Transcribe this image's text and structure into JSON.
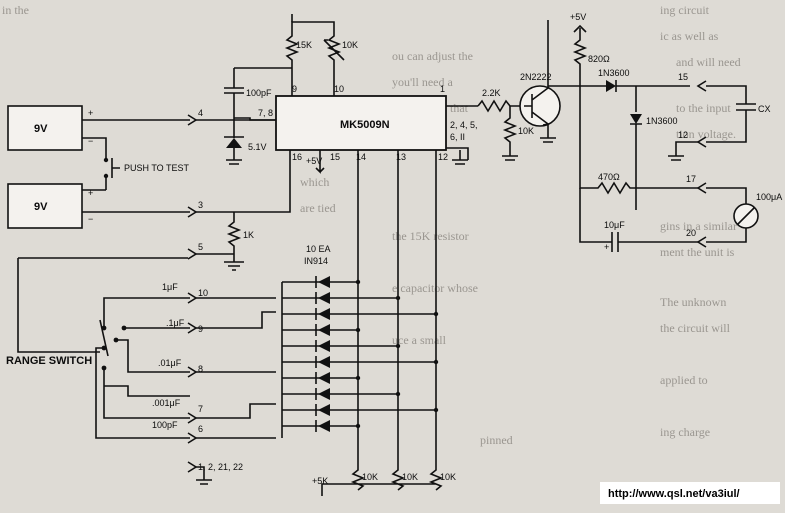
{
  "components": {
    "battery_top": "9V",
    "battery_bottom": "9V",
    "push_to_test": "PUSH TO TEST",
    "range_switch": "RANGE SWITCH",
    "ic": "MK5009N",
    "zener": "5.1V",
    "cap_100pf_top": "100pF",
    "r_15k": "15K",
    "r_10k_pot": "10K",
    "r_1k": "1K",
    "r_2_2k": "2.2K",
    "r_10k_base": "10K",
    "transistor": "2N2222",
    "supply_top": "+5V",
    "r_820": "820Ω",
    "diode_1": "1N3600",
    "diode_2": "1N3600",
    "cap_cx": "CX",
    "r_470": "470Ω",
    "cap_10uf": "10μF",
    "meter": "100μA",
    "diode_array_qty": "10 EA",
    "diode_array_type": "IN914",
    "supply_ic": "+5V",
    "supply_bottom": "+5K",
    "r_bottom_1": "10K",
    "r_bottom_2": "10K",
    "r_bottom_3": "10K"
  },
  "pins": {
    "p9": "9",
    "p10": "10",
    "p7_8": "7, 8",
    "p1": "1",
    "p2_list": "2, 4, 5,",
    "p6_11": "6, II",
    "p16": "16",
    "p15": "15",
    "p14": "14",
    "p13": "13",
    "p12": "12"
  },
  "connectors": {
    "c4": "4",
    "c3": "3",
    "c5": "5",
    "c15": "15",
    "c12": "12",
    "c17": "17",
    "c20": "20",
    "c10": "10",
    "c9": "9",
    "c8": "8",
    "c7": "7",
    "c6": "6",
    "c_gnd": "1, 2, 21, 22"
  },
  "range_caps": {
    "r1": "1μF",
    "r2": ".1μF",
    "r3": ".01μF",
    "r4": ".001μF",
    "r5": "100pF"
  },
  "polarity": {
    "plus": "+",
    "minus": "−"
  },
  "footer_url": "http://www.qsl.net/va3iul/",
  "bleed_text": {
    "l1": "ou can adjust the",
    "l2": "you'll need a",
    "l3": "ed in a way that",
    "l4": "the 15K resistor",
    "l5": "e capacitor whose",
    "l6": "uce a small",
    "r1": "ing circuit",
    "r2": "ic as well as",
    "r3": "and will need",
    "r4": "to the input",
    "r5": "tion voltage.",
    "r6": "gins in a similar",
    "r7": "ment the unit is",
    "r8": "The unknown",
    "r9": "the circuit will",
    "r10": "applied to",
    "r11": "ing charge",
    "r12": "in the",
    "r13": "which",
    "r14": "are tied",
    "r15": "pinned"
  }
}
